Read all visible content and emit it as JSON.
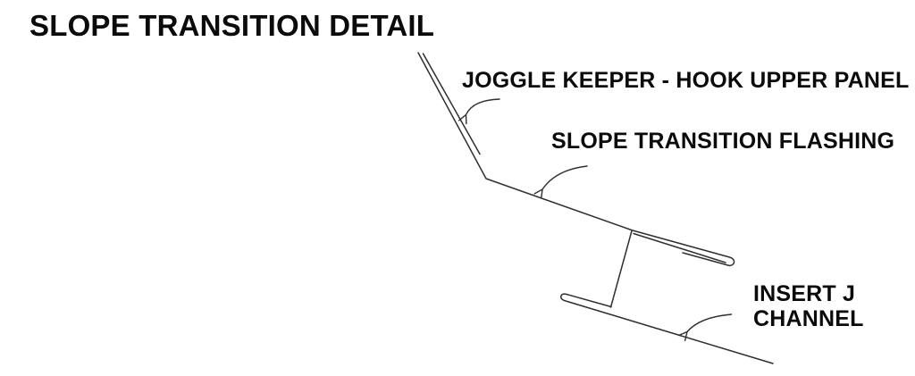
{
  "title": "SLOPE TRANSITION DETAIL",
  "annotations": {
    "joggle_keeper": "JOGGLE KEEPER - HOOK UPPER PANEL",
    "flashing": "SLOPE TRANSITION FLASHING",
    "j_channel_line1": "INSERT J",
    "j_channel_line2": "CHANNEL"
  },
  "colors": {
    "background": "#ffffff",
    "line": "#2f2f2f",
    "text": "#0b0b0b"
  }
}
